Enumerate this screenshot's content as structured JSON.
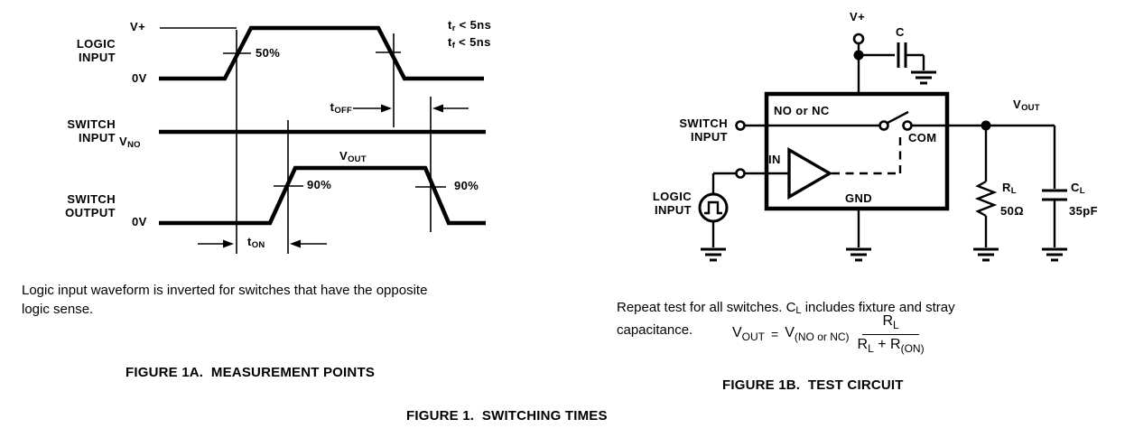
{
  "colors": {
    "ink": "#000000",
    "background": "#ffffff"
  },
  "fig1a": {
    "labels": {
      "logic_input": "LOGIC\nINPUT",
      "v_plus": "V+",
      "zero_v_logic": "0V",
      "pct_50": "50%",
      "tr_base": "t",
      "tr_sub": "r",
      "tr_rest": " < 5ns",
      "tf_base": "t",
      "tf_sub": "f",
      "tf_rest": " < 5ns",
      "toff_base": "t",
      "toff_sub": "OFF",
      "switch_input": "SWITCH\nINPUT",
      "vno_base": "V",
      "vno_sub": "NO",
      "vout_base": "V",
      "vout_sub": "OUT",
      "pct_90_rise": "90%",
      "pct_90_fall": "90%",
      "switch_output": "SWITCH\nOUTPUT",
      "zero_v_switch": "0V",
      "ton_base": "t",
      "ton_sub": "ON"
    },
    "note": "Logic input waveform is inverted for switches that have the opposite\nlogic sense.",
    "caption": "FIGURE 1A.  MEASUREMENT POINTS"
  },
  "fig1b": {
    "labels": {
      "v_plus": "V+",
      "cap_c": "C",
      "no_or_nc": "NO or NC",
      "switch_input": "SWITCH\nINPUT",
      "com": "COM",
      "in_pin": "IN",
      "logic_input": "LOGIC\nINPUT",
      "gnd": "GND",
      "vout_base": "V",
      "vout_sub": "OUT",
      "rl_base": "R",
      "rl_sub": "L",
      "rl_value": "50Ω",
      "cl_base": "C",
      "cl_sub": "L",
      "cl_value": "35pF"
    },
    "note_part1": "Repeat test for all switches. C",
    "note_sub": "L",
    "note_part2": " includes fixture and stray\ncapacitance.",
    "equation": {
      "lhs_base": "V",
      "lhs_sub": "OUT",
      "equals": "=",
      "rhs_base": "V",
      "rhs_sub": "(NO or NC)",
      "num_base": "R",
      "num_sub": "L",
      "den_base": "R",
      "den_sub": "L",
      "den_mid": " + R",
      "den_sub2": "(ON)"
    },
    "caption": "FIGURE 1B.  TEST CIRCUIT"
  },
  "main_caption": "FIGURE 1.  SWITCHING TIMES"
}
